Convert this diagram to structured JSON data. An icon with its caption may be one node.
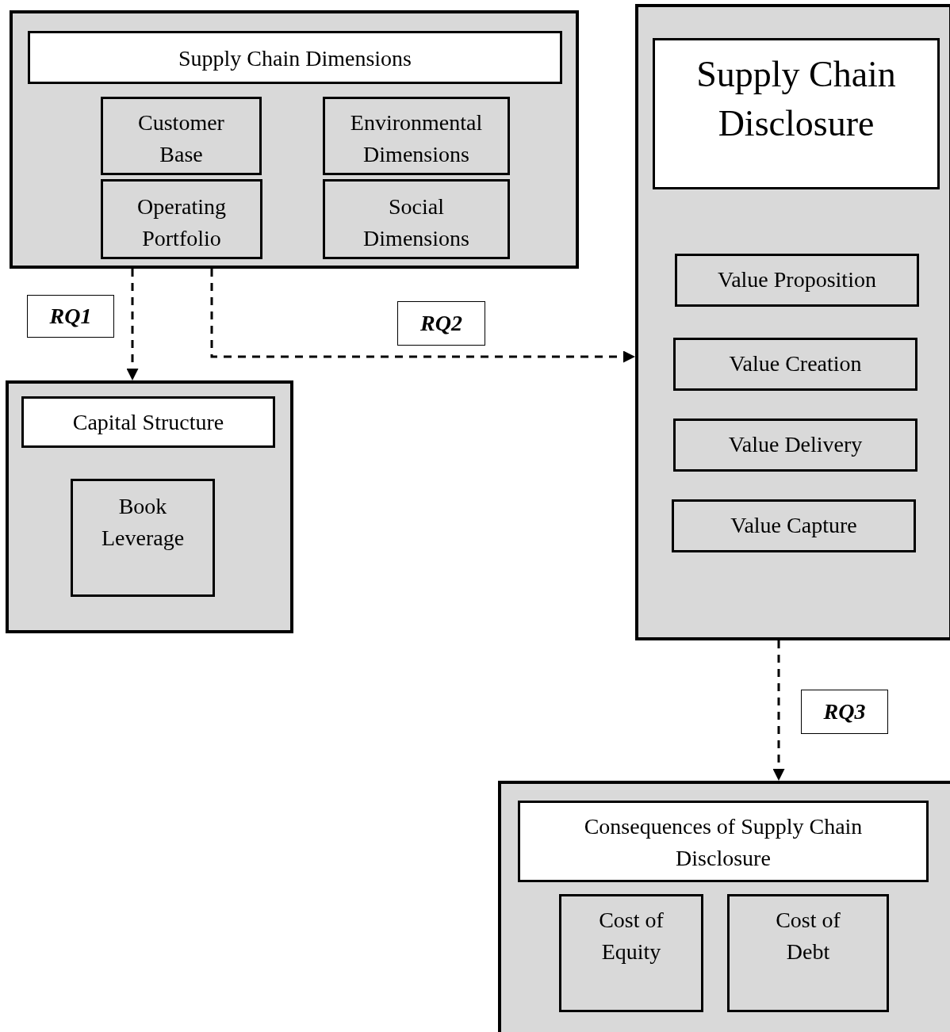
{
  "diagram": {
    "nodes": [
      {
        "text": [],
        "shape": "box"
      },
      {
        "text": [
          "Supply Chain Dimensions"
        ],
        "in": 0
      },
      {
        "text": [
          "Customer Base"
        ],
        "in": 0
      },
      {
        "text": [
          "Environmental Dimensions"
        ],
        "in": 0
      },
      {
        "text": [
          "Operating Portfolio"
        ],
        "in": 0
      },
      {
        "text": [
          "Social Dimensions"
        ],
        "in": 0
      },
      {
        "text": [],
        "shape": "box"
      },
      {
        "text": [
          "Supply Chain Disclosure"
        ],
        "in": 6
      },
      {
        "text": [
          "Value Proposition"
        ],
        "in": 6
      },
      {
        "text": [
          "Value Creation"
        ],
        "in": 6
      },
      {
        "text": [
          "Value Delivery"
        ],
        "in": 6
      },
      {
        "text": [
          "Value Capture"
        ],
        "in": 6
      },
      {
        "text": [],
        "shape": "box"
      },
      {
        "text": [
          "Capital Structure"
        ],
        "in": 12
      },
      {
        "text": [
          "Book Leverage"
        ],
        "in": 12
      },
      {
        "text": [],
        "shape": "box"
      },
      {
        "text": [
          "Consequences of Supply Chain Disclosure"
        ],
        "in": 15
      },
      {
        "text": [
          "Cost of Equity"
        ],
        "in": 15
      },
      {
        "text": [
          "Cost of Debt"
        ],
        "in": 15
      }
    ],
    "edges": [
      {
        "from": 0,
        "to": 12,
        "arrow": "to",
        "label": "RQ1",
        "style": "dashed"
      },
      {
        "from": 0,
        "to": 6,
        "arrow": "to",
        "label": "RQ2",
        "style": "dashed"
      },
      {
        "from": 6,
        "to": 15,
        "arrow": "to",
        "label": "RQ3",
        "style": "dashed"
      }
    ]
  }
}
